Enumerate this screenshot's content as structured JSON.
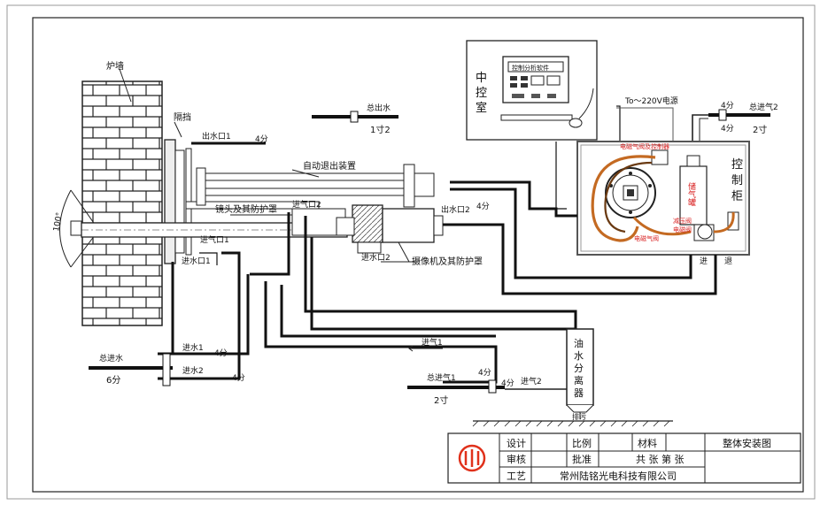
{
  "labels": {
    "wall": "炉墙",
    "flange": "隔挡",
    "water_out_1": "出水口1",
    "water_out_2": "出水口2",
    "quarter": "4分",
    "auto_retract": "自动退出装置",
    "lens_cover": "镜头及其防护罩",
    "air_in_2": "进气口2",
    "air_in_1": "进气口1",
    "water_in_1": "进水口1",
    "water_in_2": "进水口2",
    "camera_cover": "摄像机及其防护罩",
    "total_water_out": "总出水",
    "inch_1_2": "1寸2",
    "control_room_1": "中",
    "control_room_2": "控",
    "control_room_3": "室",
    "monitor_software": "控制分析软件",
    "power": "To～220V电源",
    "total_air_2": "总进气2",
    "two_inch": "2寸",
    "cabinet_1": "控",
    "cabinet_2": "制",
    "cabinet_3": "柜",
    "gas_tank": "储气罐",
    "valve_label_1": "电磁气阀及控制器",
    "valve_label_2": "减压阀",
    "valve_label_3": "电磁阀",
    "valve_label_4": "电磁气阀",
    "in_label": "进",
    "out_label": "退",
    "total_water_in": "总进水",
    "six_fen": "6分",
    "water_in_a": "进水1",
    "water_in_b": "进水2",
    "air_in": "进气1",
    "total_air_1": "总进气1",
    "air_in_b": "进气2",
    "separator_1": "油",
    "separator_2": "水",
    "separator_3": "分",
    "separator_4": "离",
    "separator_5": "器",
    "drain": "排污",
    "angle": "100°"
  },
  "title_block": {
    "design": "设计",
    "review": "审核",
    "process": "工艺",
    "scale": "比例",
    "approve": "批准",
    "material": "材料",
    "sheets": "共 张 第 张",
    "drawing_title": "整体安装图",
    "company": "常州陆铭光电科技有限公司",
    "logo_color": "#e0311b"
  }
}
